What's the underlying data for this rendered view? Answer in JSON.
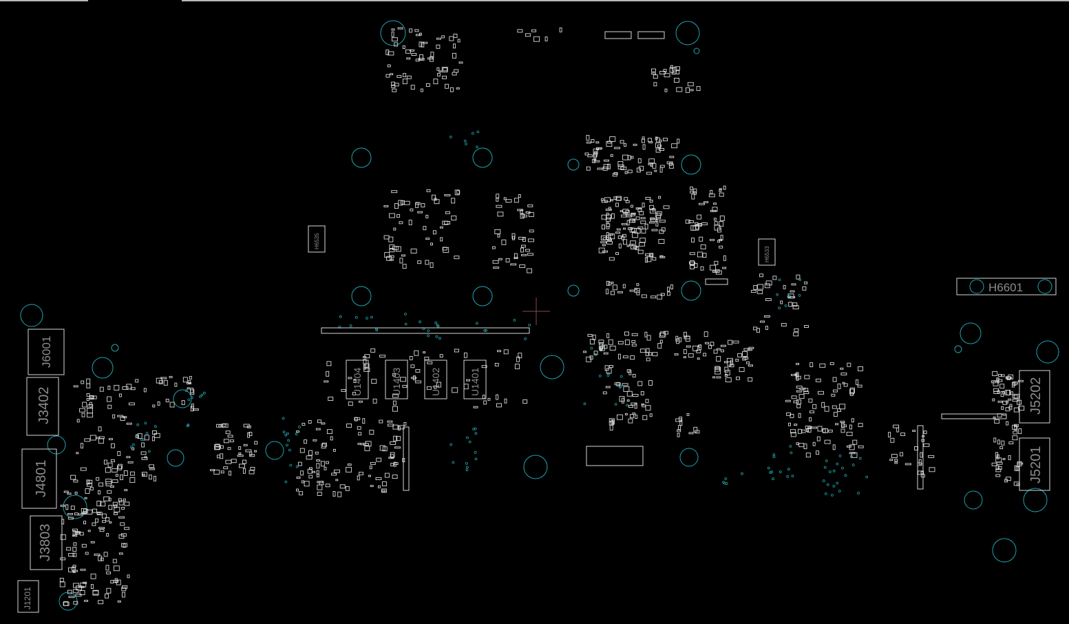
{
  "window": {
    "title": ""
  },
  "colors": {
    "background": "#000000",
    "outline": "#d9d9d9",
    "label": "#8c8c8c",
    "via": "#1fa6b0",
    "cursor": "#8a4a4a"
  },
  "connectors": {
    "j6001": "J6001",
    "j3402": "J3402",
    "j4801": "J4801",
    "j3803": "J3803",
    "j1201": "J1201",
    "j5202": "J5202",
    "j5201": "J5201"
  },
  "holes": {
    "h6601": "H6601",
    "h6535": "H6535",
    "h6533": "H6533"
  },
  "chips": {
    "u1404": "U1404",
    "u1403": "U1403",
    "u1402": "U1402",
    "u1401": "U1401"
  }
}
